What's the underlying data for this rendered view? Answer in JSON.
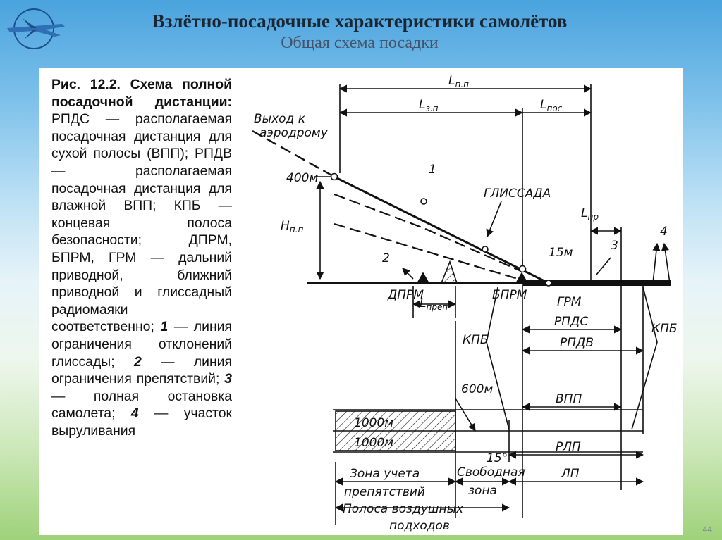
{
  "header": {
    "title": "Взлётно-посадочные характеристики самолётов",
    "subtitle": "Общая схема посадки"
  },
  "legend": {
    "caption_bold": "Рис. 12.2. Схема полной посадочной дистанции:",
    "text_1": " РПДС — располагаемая посадочная дистанция для сухой полосы (ВПП); РПДВ — располагаемая посадочная дистанция для влажной ВПП; КПБ — концевая полоса безопасности; ДПРМ, БПРМ, ГРМ — дальний приводной, ближний приводной и глиссадный радиомаяки соответственно; ",
    "n1": "1",
    "text_2": " — линия ограничения отклонений глиссады; ",
    "n2": "2",
    "text_3": " — линия ограничения препятствий; ",
    "n3": "3",
    "text_4": " — полная остановка самолета; ",
    "n4": "4",
    "text_5": " — участок выруливания"
  },
  "diagram": {
    "L_pp": "L",
    "L_pp_sub": "п.п",
    "L_zp": "L",
    "L_zp_sub": "з.п",
    "L_pos": "L",
    "L_pos_sub": "пос",
    "L_pr": "L",
    "L_pr_sub": "пр",
    "L_prep": "L",
    "L_prep_sub": "преп",
    "H_pp": "H",
    "H_pp_sub": "п.п",
    "exit_1": "Выход к",
    "exit_2": "аэродрому",
    "h400": "400м",
    "n1": "1",
    "n2": "2",
    "n3": "3",
    "n4": "4",
    "glideslope": "ГЛИССАДА",
    "m15": "15м",
    "dprm": "ДПРМ",
    "bprm": "БПРМ",
    "grm": "ГРМ",
    "kpb_left": "КПБ",
    "kpb_right": "КПБ",
    "rpds": "РПДС",
    "rpdv": "РПДВ",
    "vpp": "ВПП",
    "rlp": "РЛП",
    "lp": "ЛП",
    "m600": "600м",
    "m1000a": "1000м",
    "m1000b": "1000м",
    "deg15": "15°",
    "zone_1": "Зона учета",
    "zone_2": "препятствий",
    "free_1": "Свободная",
    "free_2": "зона",
    "strip_1": "Полоса воздушных",
    "strip_2": "подходов"
  },
  "footer": {
    "page": "44"
  },
  "colors": {
    "accent_top": "#4aa3de",
    "accent_bottom": "#9fd27a",
    "panel": "#ffffff"
  }
}
